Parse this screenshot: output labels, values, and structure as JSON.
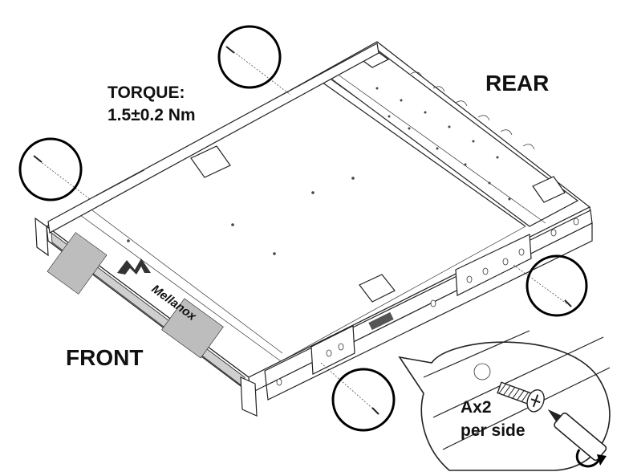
{
  "labels": {
    "torque_title": "TORQUE:",
    "torque_value": "1.5±0.2 Nm",
    "rear": "REAR",
    "front": "FRONT",
    "brand": "Mellanox",
    "screw_qty": "Ax2",
    "screw_per_side": "per side"
  },
  "icons": {
    "screw": "screw-icon",
    "screwdriver": "screwdriver-icon",
    "rotate_arrow": "rotate-arrow-icon"
  }
}
